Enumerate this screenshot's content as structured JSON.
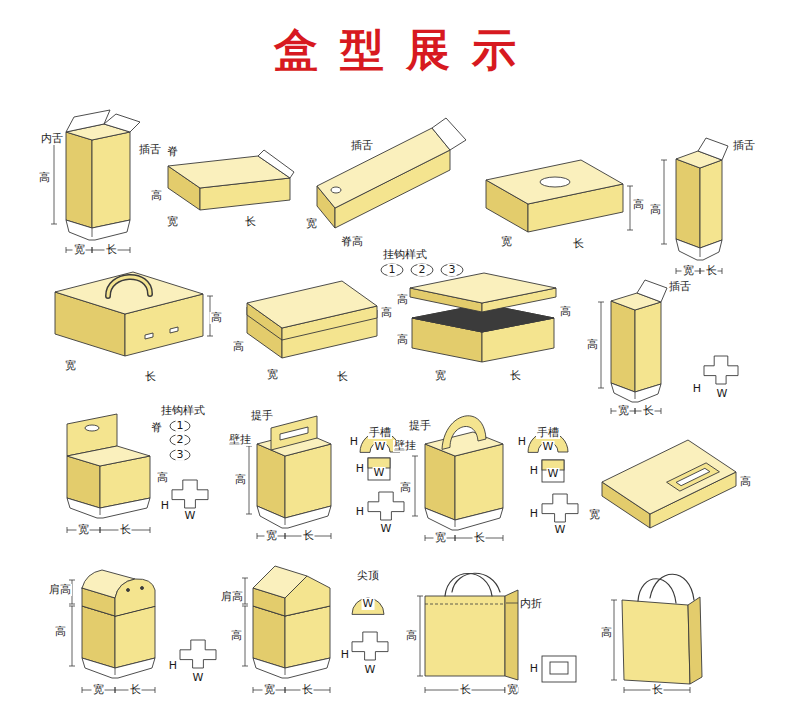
{
  "diagram": {
    "title": "盒型展示",
    "labels": [
      "内舌",
      "插舌",
      "高",
      "宽",
      "长",
      "脊",
      "高",
      "宽",
      "长",
      "插舌",
      "宽",
      "脊高",
      "挂钩样式",
      "1",
      "2",
      "3",
      "高",
      "宽",
      "长",
      "插舌",
      "高",
      "宽",
      "长",
      "高",
      "宽",
      "长",
      "高",
      "高",
      "宽",
      "长",
      "高",
      "高",
      "高",
      "宽",
      "长",
      "插舌",
      "高",
      "宽",
      "长",
      "H",
      "W",
      "挂钩样式",
      "1",
      "2",
      "3",
      "脊",
      "高",
      "宽",
      "长",
      "H",
      "W",
      "提手",
      "壁挂",
      "高",
      "宽",
      "长",
      "H",
      "手槽",
      "W",
      "H",
      "W",
      "H",
      "W",
      "提手",
      "壁挂",
      "高",
      "宽",
      "长",
      "H",
      "手槽",
      "W",
      "H",
      "W",
      "H",
      "W",
      "高",
      "宽",
      "肩高",
      "高",
      "宽",
      "长",
      "H",
      "W",
      "肩高",
      "高",
      "宽",
      "长",
      "尖顶",
      "W",
      "H",
      "W",
      "内折",
      "高",
      "长",
      "宽",
      "H",
      "高",
      "长"
    ]
  }
}
